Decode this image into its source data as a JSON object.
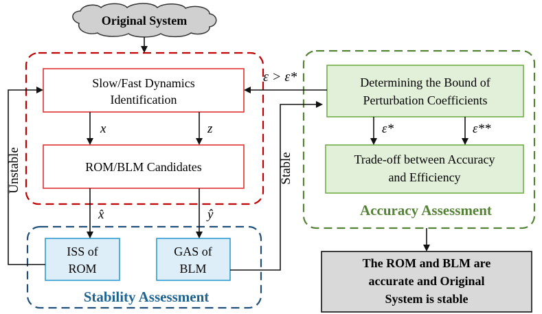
{
  "nodes": {
    "original_system": "Original System",
    "slow_fast_line1": "Slow/Fast Dynamics",
    "slow_fast_line2": "Identification",
    "rom_blm_candidates": "ROM/BLM Candidates",
    "iss_line1": "ISS of",
    "iss_line2": "ROM",
    "gas_line1": "GAS of",
    "gas_line2": "BLM",
    "bound_line1": "Determining the Bound of",
    "bound_line2": "Perturbation Coefficients",
    "tradeoff_line1": "Trade-off between Accuracy",
    "tradeoff_line2": "and Efficiency",
    "final_line1": "The ROM and BLM are",
    "final_line2": "accurate and Original",
    "final_line3": "System is stable"
  },
  "groups": {
    "stability_assessment": "Stability Assessment",
    "accuracy_assessment": "Accuracy Assessment"
  },
  "edge_labels": {
    "x": "x",
    "z": "z",
    "x_hat": "x̂",
    "y_hat": "ŷ",
    "eps_star": "ε*",
    "eps_double_star": "ε**",
    "eps_condition": "ε > ε*",
    "unstable": "Unstable",
    "stable": "Stable"
  },
  "colors": {
    "red_dashed": "#c00000",
    "navy_dashed": "#1f4e79",
    "green_dashed": "#548235",
    "red_box_border": "#e03030",
    "blue_fill": "#ddeef8",
    "blue_border": "#2e9bd0",
    "green_fill": "#e2f0d9",
    "green_border": "#70ad47",
    "grey_fill": "#d9d9d9",
    "cloud_fill": "#d0d0d0"
  }
}
